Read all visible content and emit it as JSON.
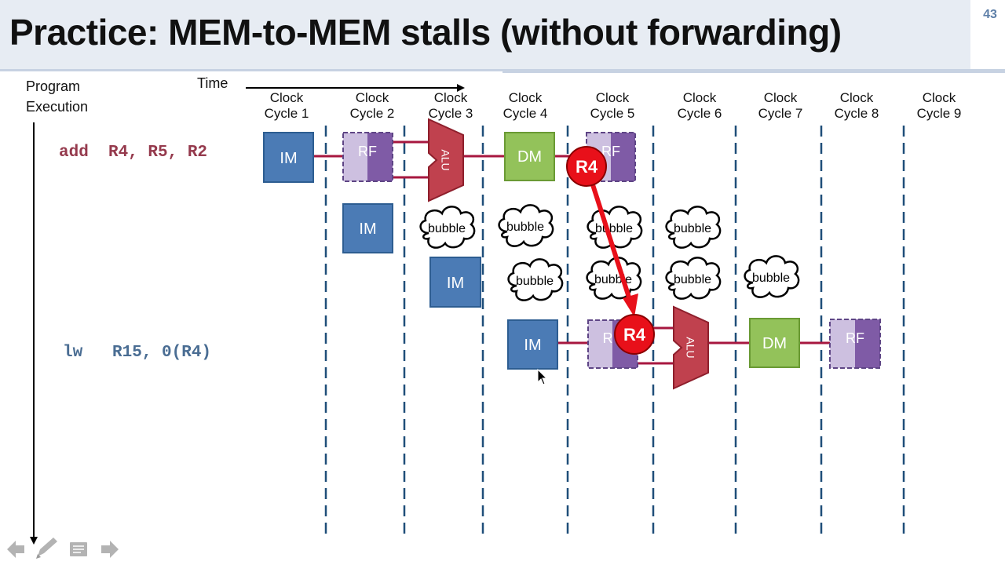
{
  "slide": {
    "title": "Practice: MEM-to-MEM stalls (without forwarding)",
    "number": "43",
    "program_execution_label": [
      "Program",
      "Execution"
    ],
    "time_label": "Time"
  },
  "cycles": [
    [
      "Clock",
      "Cycle 1"
    ],
    [
      "Clock",
      "Cycle 2"
    ],
    [
      "Clock",
      "Cycle 3"
    ],
    [
      "Clock",
      "Cycle 4"
    ],
    [
      "Clock",
      "Cycle 5"
    ],
    [
      "Clock",
      "Cycle 6"
    ],
    [
      "Clock",
      "Cycle 7"
    ],
    [
      "Clock",
      "Cycle 8"
    ],
    [
      "Clock",
      "Cycle 9"
    ]
  ],
  "instructions": {
    "add": "add  R4, R5, R2",
    "lw": "lw   R15, 0(R4)"
  },
  "stage_labels": {
    "im": "IM",
    "rf": "RF",
    "alu": "ALU",
    "dm": "DM",
    "rf_partial": "R"
  },
  "bubble_label": "bubble",
  "dependency": {
    "register": "R4"
  },
  "colors": {
    "im": "#4b7bb5",
    "rf_light": "#cdc0e0",
    "rf_dark": "#7f5ba6",
    "alu": "#c0414e",
    "dm": "#93c25a",
    "wire": "#a7173f",
    "hazard": "#e8101a",
    "dash": "#1f4e79"
  },
  "nav_icons": [
    "back-arrow-icon",
    "pen-icon",
    "notes-icon",
    "forward-arrow-icon"
  ]
}
